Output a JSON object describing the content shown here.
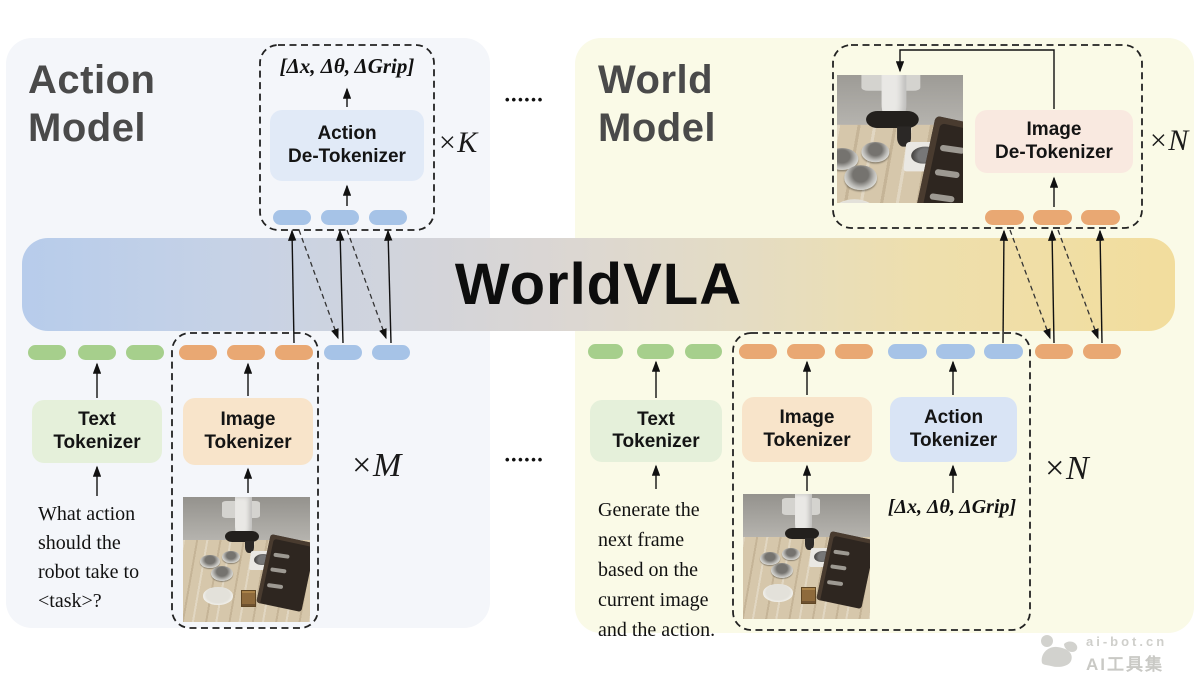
{
  "banner": {
    "title": "WorldVLA"
  },
  "separator_dots": {
    "top": "••••••",
    "bottom": "••••••"
  },
  "action_model": {
    "title": [
      "Action",
      "Model"
    ],
    "output_action_label": "[Δx, Δθ, ΔGrip]",
    "action_detokenizer_label": [
      "Action",
      "De-Tokenizer"
    ],
    "repeat_top": "×K",
    "repeat_bottom": "×M",
    "text_tokenizer_label": [
      "Text",
      "Tokenizer"
    ],
    "image_tokenizer_label": [
      "Image",
      "Tokenizer"
    ],
    "prompt_lines": [
      "What action",
      "should the",
      "robot take to",
      "<task>?"
    ]
  },
  "world_model": {
    "title": [
      "World",
      "Model"
    ],
    "image_detokenizer_label": [
      "Image",
      "De-Tokenizer"
    ],
    "repeat_top": "×N",
    "repeat_bottom": "×N",
    "text_tokenizer_label": [
      "Text",
      "Tokenizer"
    ],
    "image_tokenizer_label": [
      "Image",
      "Tokenizer"
    ],
    "action_tokenizer_label": [
      "Action",
      "Tokenizer"
    ],
    "action_input_label": "[Δx, Δθ, ΔGrip]",
    "prompt_lines": [
      "Generate the",
      "next frame",
      "based on the",
      "current image",
      "and the action."
    ]
  },
  "watermark": {
    "site": "ai-bot.cn",
    "name": "AI工具集"
  },
  "colors": {
    "action_panel_bg": "#f4f6fa",
    "world_panel_bg": "#fafae7",
    "banner_gradient_left": "#b7cceb",
    "banner_gradient_right": "#f2dd9d",
    "text_token": "#a6cf8c",
    "image_token": "#e9a873",
    "action_token": "#a6c3e7",
    "text_tokenizer_box": "#e5f0da",
    "image_tokenizer_box": "#f8e4ca",
    "action_tokenizer_box": "#d9e4f5",
    "action_detokenizer_box": "#e1eaf7",
    "image_detokenizer_box": "#f9e9e0"
  }
}
